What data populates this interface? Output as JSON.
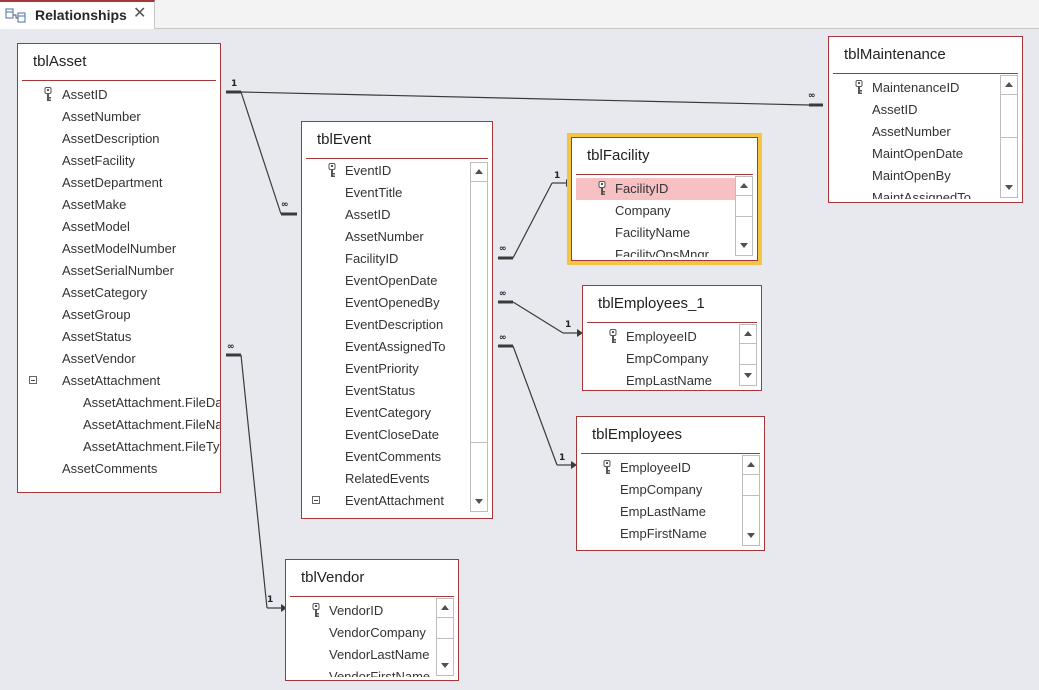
{
  "tab": {
    "label": "Relationships",
    "close": "✕"
  },
  "cardinality": {
    "one": "1",
    "many": "∞"
  },
  "tables": {
    "tblAsset": {
      "title": "tblAsset",
      "fields": [
        "AssetID",
        "AssetNumber",
        "AssetDescription",
        "AssetFacility",
        "AssetDepartment",
        "AssetMake",
        "AssetModel",
        "AssetModelNumber",
        "AssetSerialNumber",
        "AssetCategory",
        "AssetGroup",
        "AssetStatus",
        "AssetVendor",
        "AssetAttachment",
        "AssetAttachment.FileData",
        "AssetAttachment.FileName",
        "AssetAttachment.FileType",
        "AssetComments"
      ]
    },
    "tblEvent": {
      "title": "tblEvent",
      "fields": [
        "EventID",
        "EventTitle",
        "AssetID",
        "AssetNumber",
        "FacilityID",
        "EventOpenDate",
        "EventOpenedBy",
        "EventDescription",
        "EventAssignedTo",
        "EventPriority",
        "EventStatus",
        "EventCategory",
        "EventCloseDate",
        "EventComments",
        "RelatedEvents",
        "EventAttachment"
      ]
    },
    "tblFacility": {
      "title": "tblFacility",
      "fields": [
        "FacilityID",
        "Company",
        "FacilityName",
        "FacilityOpsMngr"
      ]
    },
    "tblEmployees_1": {
      "title": "tblEmployees_1",
      "fields": [
        "EmployeeID",
        "EmpCompany",
        "EmpLastName"
      ]
    },
    "tblEmployees": {
      "title": "tblEmployees",
      "fields": [
        "EmployeeID",
        "EmpCompany",
        "EmpLastName",
        "EmpFirstName"
      ]
    },
    "tblMaintenance": {
      "title": "tblMaintenance",
      "fields": [
        "MaintenanceID",
        "AssetID",
        "AssetNumber",
        "MaintOpenDate",
        "MaintOpenBy",
        "MaintAssignedTo"
      ]
    },
    "tblVendor": {
      "title": "tblVendor",
      "fields": [
        "VendorID",
        "VendorCompany",
        "VendorLastName",
        "VendorFirstName"
      ]
    }
  },
  "colors": {
    "border": "#a4373a",
    "canvas": "#e8e9ee",
    "selection": "#f4c542",
    "highlight": "#f7c1c4",
    "line": "#3a3a3a"
  }
}
